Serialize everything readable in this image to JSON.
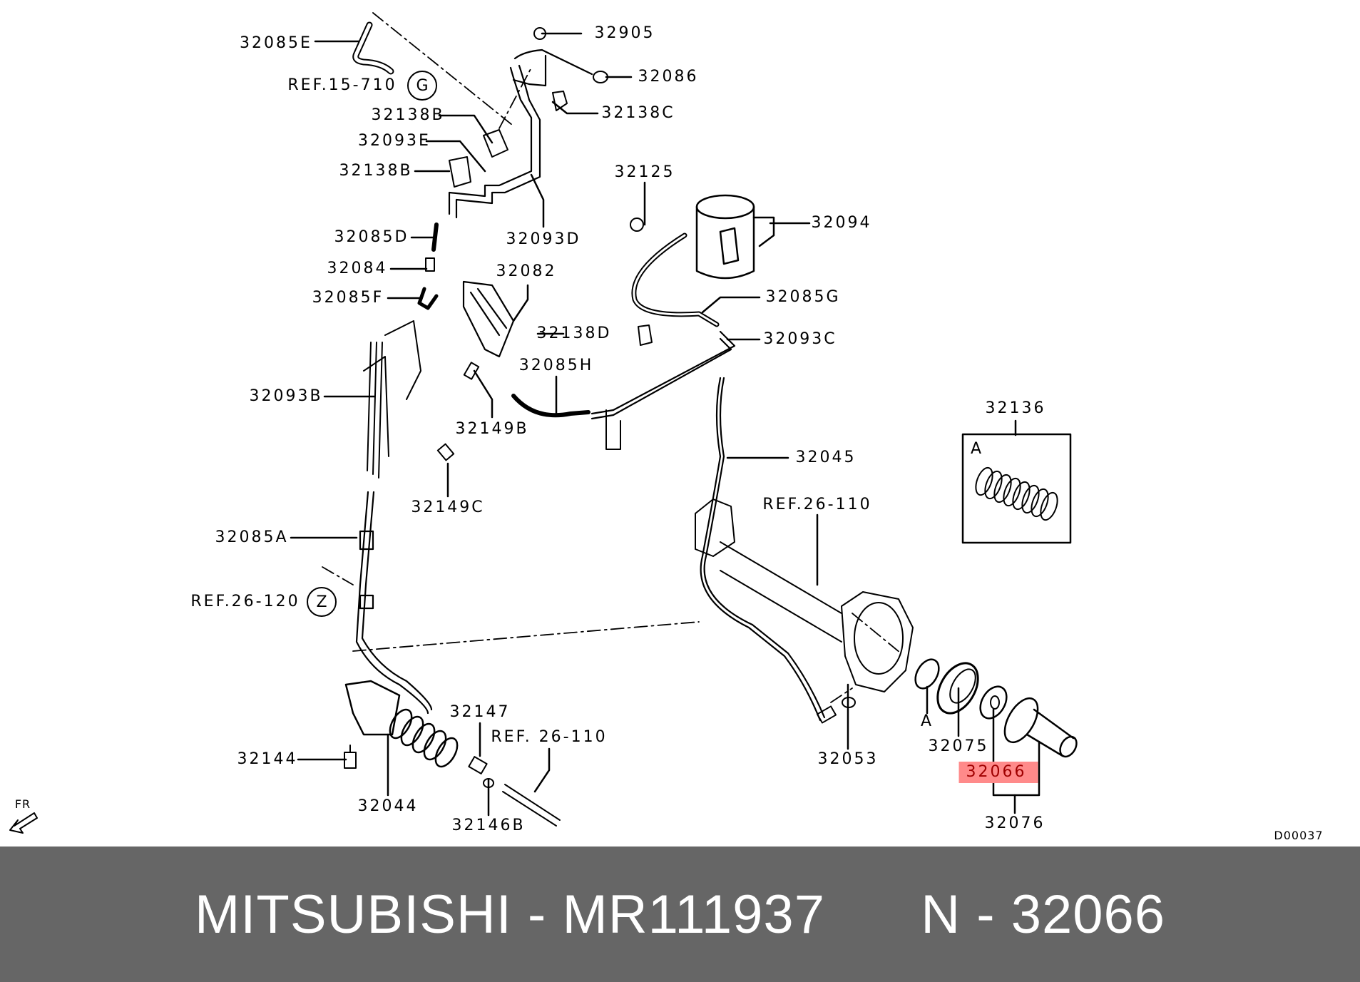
{
  "diagram": {
    "labels": {
      "p32085E": "32085E",
      "ref_15_710": "REF.15-710",
      "ref_15_710_circle": "G",
      "p32138B_top": "32138B",
      "p32093E": "32093E",
      "p32138B": "32138B",
      "p32085D": "32085D",
      "p32084": "32084",
      "p32085F": "32085F",
      "p32093B": "32093B",
      "p32905": "32905",
      "p32086": "32086",
      "p32138C": "32138C",
      "p32125": "32125",
      "p32094": "32094",
      "p32093D": "32093D",
      "p32082": "32082",
      "p32085G": "32085G",
      "p32138D": "32138D",
      "p32093C": "32093C",
      "p32085H": "32085H",
      "p32149B": "32149B",
      "p32045": "32045",
      "p32149C": "32149C",
      "ref_26_110_upper": "REF.26-110",
      "p32136": "32136",
      "p32136_box_tag": "A",
      "p32085A": "32085A",
      "ref_26_120": "REF.26-120",
      "ref_26_120_circle": "Z",
      "p32147": "32147",
      "ref_26_110_lower": "REF. 26-110",
      "p32144": "32144",
      "p32053": "32053",
      "p32075": "32075",
      "tag_A": "A",
      "p32066": "32066",
      "p32044": "32044",
      "p32146B": "32146B",
      "p32076": "32076",
      "diagram_code": "D00037",
      "front_indicator": "FR"
    },
    "highlight": {
      "part": "32066",
      "bg_color": "#ff8a8a",
      "text_color": "#a00000"
    }
  },
  "footer": {
    "brand": "MITSUBISHI",
    "separator": "-",
    "part_number": "MR111937",
    "ref_prefix": "N",
    "ref_number": "32066",
    "bg_color": "#666666"
  }
}
